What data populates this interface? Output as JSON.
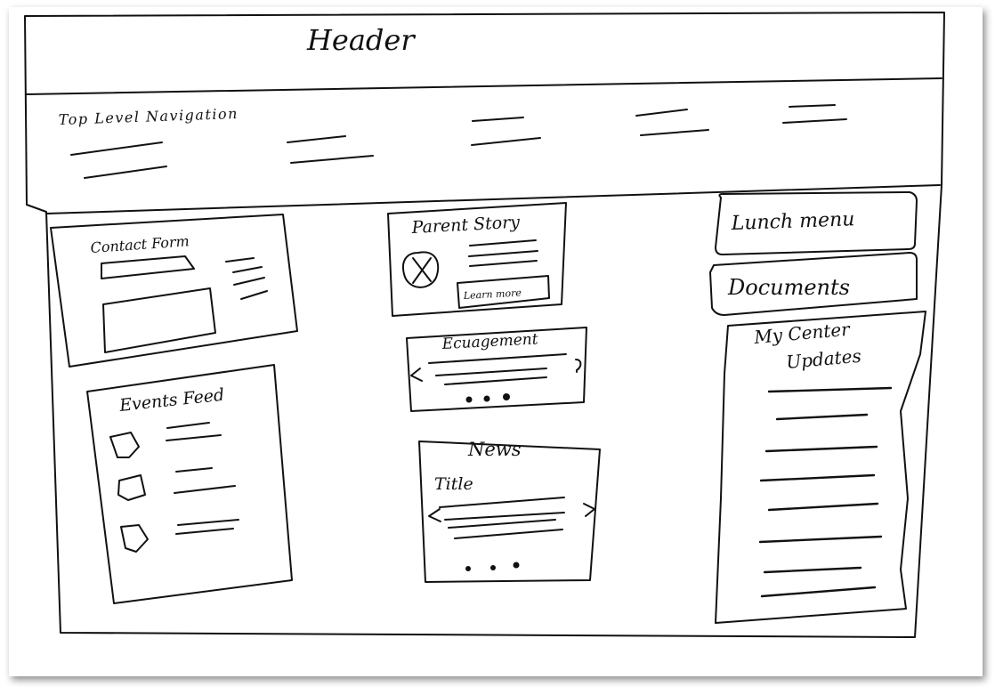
{
  "header": {
    "label": "Header"
  },
  "nav": {
    "label": "Top Level Navigation"
  },
  "contact_form": {
    "title": "Contact Form"
  },
  "events_feed": {
    "title": "Events Feed"
  },
  "parent_story": {
    "title": "Parent Story",
    "button_label": "Learn more"
  },
  "engagement": {
    "title": "Ecuagement"
  },
  "news": {
    "title": "News",
    "item_title": "Title"
  },
  "lunch_menu": {
    "label": "Lunch menu"
  },
  "documents": {
    "label": "Documents"
  },
  "center_updates": {
    "title_line1": "My Center",
    "title_line2": "Updates"
  },
  "colors": {
    "ink": "#111111",
    "paper": "#ffffff"
  }
}
